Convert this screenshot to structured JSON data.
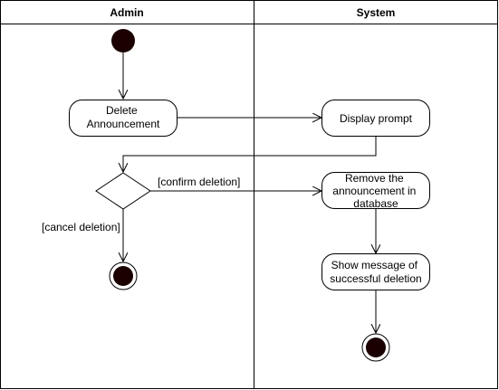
{
  "lanes": {
    "admin": "Admin",
    "system": "System"
  },
  "actions": {
    "delete_announcement": [
      "Delete",
      "Announcement"
    ],
    "display_prompt": [
      "Display prompt"
    ],
    "remove_announcement": [
      "Remove the",
      "announcement in",
      "database"
    ],
    "show_message": [
      "Show message of",
      "successful deletion"
    ]
  },
  "guards": {
    "confirm": "[confirm deletion]",
    "cancel": "[cancel deletion]"
  },
  "colors": {
    "node_fill": "#1a0000",
    "line": "#000000",
    "background": "#ffffff"
  }
}
